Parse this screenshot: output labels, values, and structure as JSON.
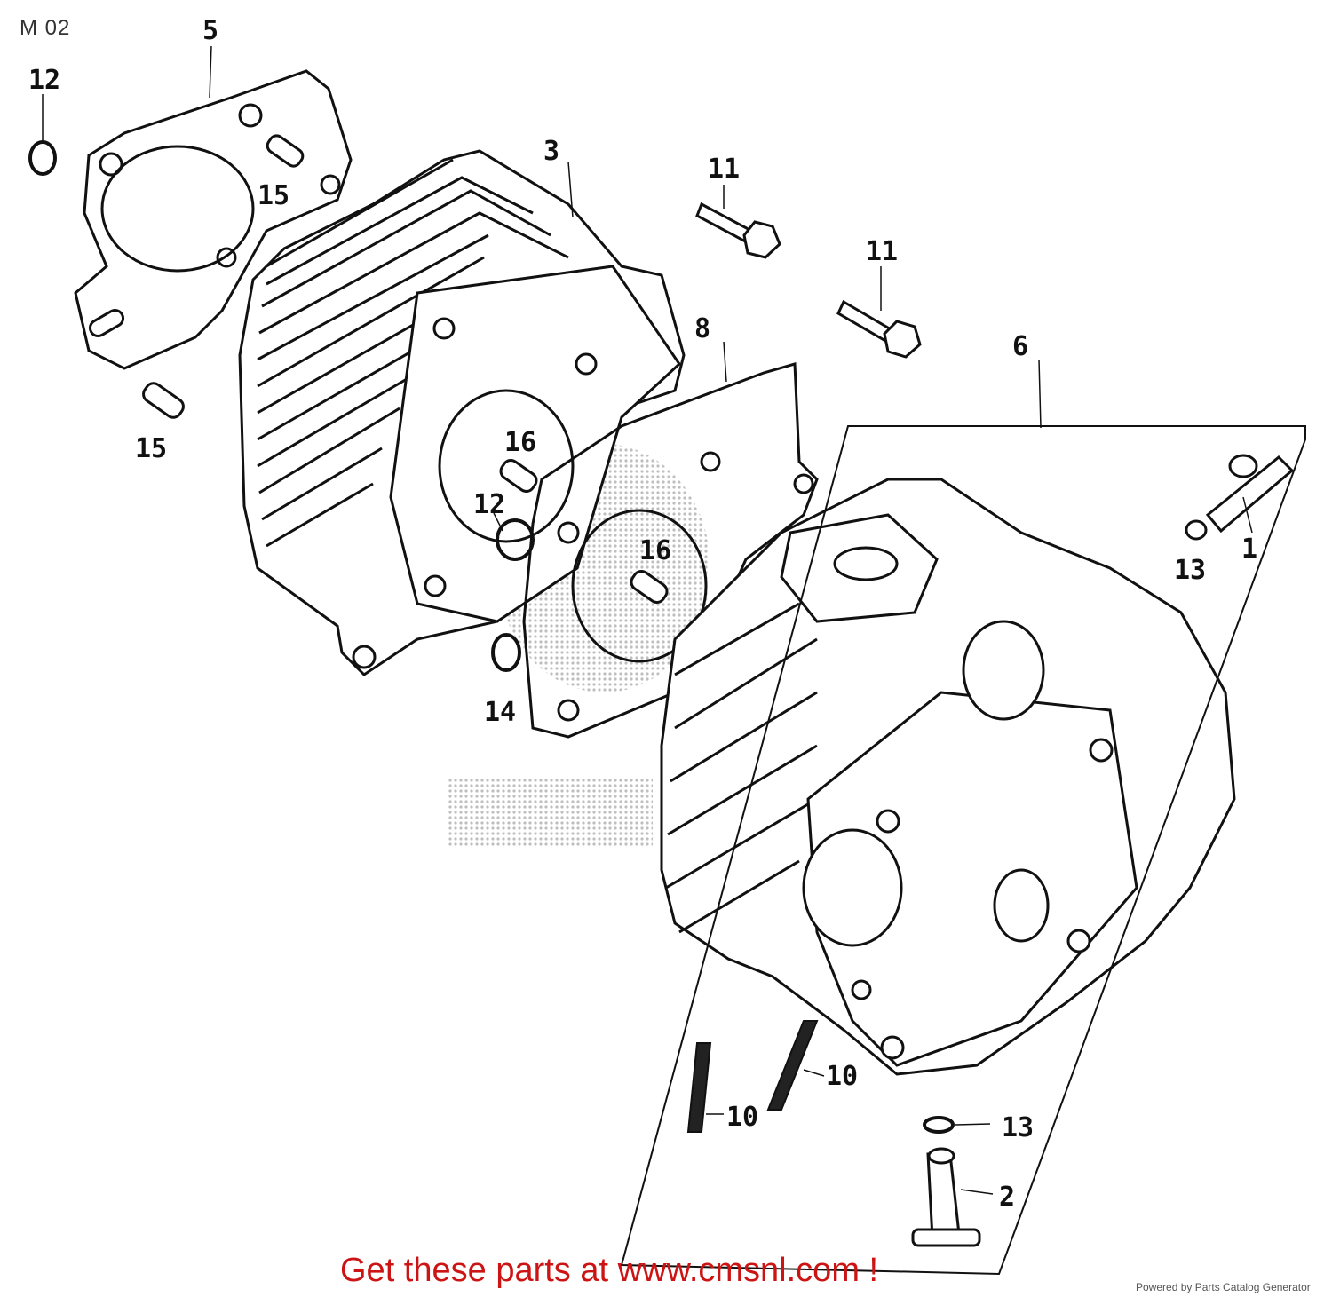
{
  "page_code": "M 02",
  "promo_text": "Get these parts at www.cmsnl.com !",
  "powered_by": "Powered by Parts Catalog Generator",
  "callouts": {
    "c1": "1",
    "c2": "2",
    "c3": "3",
    "c5": "5",
    "c6": "6",
    "c8": "8",
    "c10a": "10",
    "c10b": "10",
    "c11a": "11",
    "c11b": "11",
    "c12a": "12",
    "c12b": "12",
    "c13a": "13",
    "c13b": "13",
    "c14": "14",
    "c15a": "15",
    "c15b": "15",
    "c16a": "16",
    "c16b": "16"
  },
  "colors": {
    "promo": "#cc1414",
    "line": "#111111",
    "watermark": "#9a9a9a"
  }
}
